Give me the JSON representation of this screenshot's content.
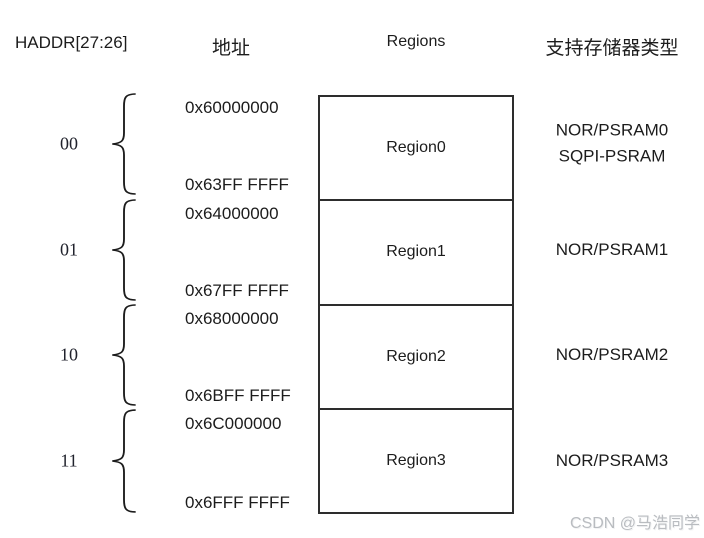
{
  "header": {
    "haddr": "HADDR[27:26]",
    "address": "地址",
    "regions": "Regions",
    "memory_type": "支持存储器类型"
  },
  "groups": [
    {
      "bits": "00",
      "addr_start": "0x60000000",
      "addr_end": "0x63FF FFFF",
      "region": "Region0",
      "memory": "NOR/PSRAM0\nSQPI-PSRAM"
    },
    {
      "bits": "01",
      "addr_start": "0x64000000",
      "addr_end": "0x67FF FFFF",
      "region": "Region1",
      "memory": "NOR/PSRAM1"
    },
    {
      "bits": "10",
      "addr_start": "0x68000000",
      "addr_end": "0x6BFF FFFF",
      "region": "Region2",
      "memory": "NOR/PSRAM2"
    },
    {
      "bits": "11",
      "addr_start": "0x6C000000",
      "addr_end": "0x6FFF FFFF",
      "region": "Region3",
      "memory": "NOR/PSRAM3"
    }
  ],
  "watermark": "CSDN @马浩同学",
  "colors": {
    "line": "#2d2d2d",
    "text": "#1c1c1c",
    "watermark": "#b9bcc0"
  }
}
